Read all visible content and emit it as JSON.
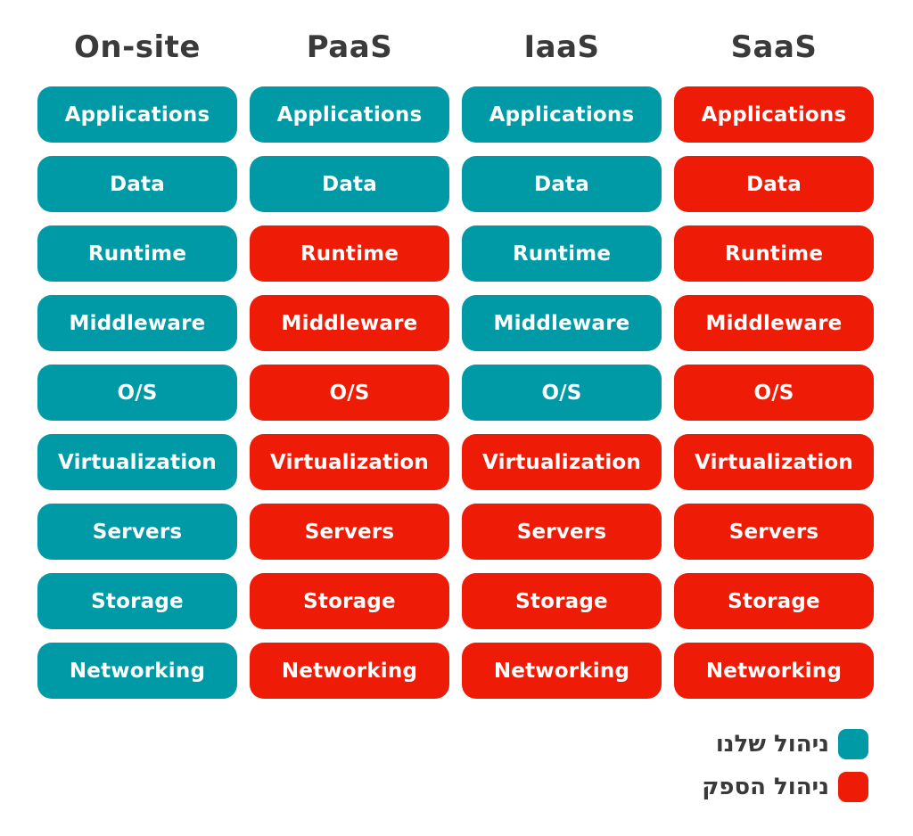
{
  "colors": {
    "us": "#009aa7",
    "provider": "#ee1c06"
  },
  "columns": [
    {
      "title": "On-site",
      "cells": [
        {
          "label": "Applications",
          "owner": "us"
        },
        {
          "label": "Data",
          "owner": "us"
        },
        {
          "label": "Runtime",
          "owner": "us"
        },
        {
          "label": "Middleware",
          "owner": "us"
        },
        {
          "label": "O/S",
          "owner": "us"
        },
        {
          "label": "Virtualization",
          "owner": "us"
        },
        {
          "label": "Servers",
          "owner": "us"
        },
        {
          "label": "Storage",
          "owner": "us"
        },
        {
          "label": "Networking",
          "owner": "us"
        }
      ]
    },
    {
      "title": "PaaS",
      "cells": [
        {
          "label": "Applications",
          "owner": "us"
        },
        {
          "label": "Data",
          "owner": "us"
        },
        {
          "label": "Runtime",
          "owner": "provider"
        },
        {
          "label": "Middleware",
          "owner": "provider"
        },
        {
          "label": "O/S",
          "owner": "provider"
        },
        {
          "label": "Virtualization",
          "owner": "provider"
        },
        {
          "label": "Servers",
          "owner": "provider"
        },
        {
          "label": "Storage",
          "owner": "provider"
        },
        {
          "label": "Networking",
          "owner": "provider"
        }
      ]
    },
    {
      "title": "IaaS",
      "cells": [
        {
          "label": "Applications",
          "owner": "us"
        },
        {
          "label": "Data",
          "owner": "us"
        },
        {
          "label": "Runtime",
          "owner": "us"
        },
        {
          "label": "Middleware",
          "owner": "us"
        },
        {
          "label": "O/S",
          "owner": "us"
        },
        {
          "label": "Virtualization",
          "owner": "provider"
        },
        {
          "label": "Servers",
          "owner": "provider"
        },
        {
          "label": "Storage",
          "owner": "provider"
        },
        {
          "label": "Networking",
          "owner": "provider"
        }
      ]
    },
    {
      "title": "SaaS",
      "cells": [
        {
          "label": "Applications",
          "owner": "provider"
        },
        {
          "label": "Data",
          "owner": "provider"
        },
        {
          "label": "Runtime",
          "owner": "provider"
        },
        {
          "label": "Middleware",
          "owner": "provider"
        },
        {
          "label": "O/S",
          "owner": "provider"
        },
        {
          "label": "Virtualization",
          "owner": "provider"
        },
        {
          "label": "Servers",
          "owner": "provider"
        },
        {
          "label": "Storage",
          "owner": "provider"
        },
        {
          "label": "Networking",
          "owner": "provider"
        }
      ]
    }
  ],
  "legend": [
    {
      "label": "ניהול שלנו",
      "owner": "us"
    },
    {
      "label": "ניהול הספק",
      "owner": "provider"
    }
  ]
}
